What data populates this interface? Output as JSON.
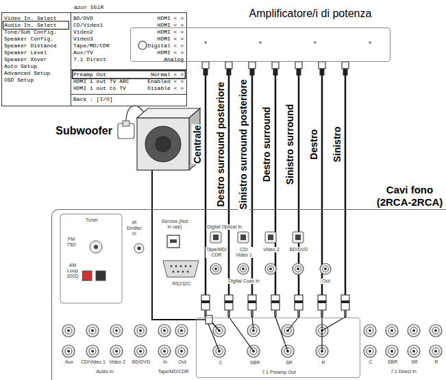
{
  "diagram": {
    "nodes": [
      {
        "text": [
          "azur 551R",
          "Video In. Select",
          "Audio In. Select",
          "Tone/Sub Config.",
          "Speaker Config.",
          "Speaker Distance",
          "Speaker Level",
          "Speaker Xover",
          "Auto Setup",
          "Advanced Setup",
          "OSD Setup",
          "BD/DVD",
          "HDMI < >",
          "CD/Video1",
          "HDMI < >",
          "Video2",
          "HDMI < >",
          "Video3",
          "HDMI < >",
          "Tape/MD/CDR",
          "Digital < >",
          "Aux/TV",
          "HDMI < >",
          "7.1 Direct",
          "Analog",
          "Preamp Out",
          "Normal < >",
          "HDMI 1 out TV ARC",
          "Enabled < >",
          "HDMI 1 out to TV",
          "Disable < >",
          "Back : [I/O]"
        ]
      },
      {
        "text": [
          "Amplificatore/i di potenza"
        ]
      },
      {
        "text": [
          "Subwoofer"
        ]
      },
      {
        "text": [
          "Tuner",
          "FM 75Ω",
          "AM Loop 300Ω",
          "IR Emitter In",
          "Service (Not in use)",
          "RS232C",
          "Digital Optical In",
          "Tape/MD/ CDR",
          "CD/ Video 1",
          "Video 2",
          "BD/DVD",
          "Digital Coax In",
          "Out",
          "Aux",
          "CD/Video 1",
          "Video 2",
          "BD/DVD",
          "Audio In",
          "In",
          "Out",
          "Tape/MD/CDR",
          "C",
          "SBR",
          "SR",
          "R",
          "7.1 Direct In"
        ]
      },
      {
        "text": [
          "7.1 Preamp Out",
          "C",
          "SBR",
          "SR",
          "R"
        ],
        "in": 3
      }
    ],
    "edges": [
      {
        "from": 1,
        "to": 4,
        "label": "Centrale",
        "arrow": "none"
      },
      {
        "from": 1,
        "to": 4,
        "label": "Destro surround posteriore",
        "arrow": "none"
      },
      {
        "from": 1,
        "to": 4,
        "label": "Sinistro surround posteriore",
        "arrow": "none"
      },
      {
        "from": 1,
        "to": 4,
        "label": "Destro surround",
        "arrow": "none"
      },
      {
        "from": 1,
        "to": 4,
        "label": "Sinistro surround",
        "arrow": "none"
      },
      {
        "from": 1,
        "to": 4,
        "label": "Destro",
        "arrow": "none"
      },
      {
        "from": 1,
        "to": 4,
        "label": "Sinistro",
        "arrow": "none"
      },
      {
        "from": 2,
        "to": 4,
        "arrow": "none"
      }
    ],
    "labels": [
      "Cavi fono (2RCA-2RCA)"
    ]
  }
}
